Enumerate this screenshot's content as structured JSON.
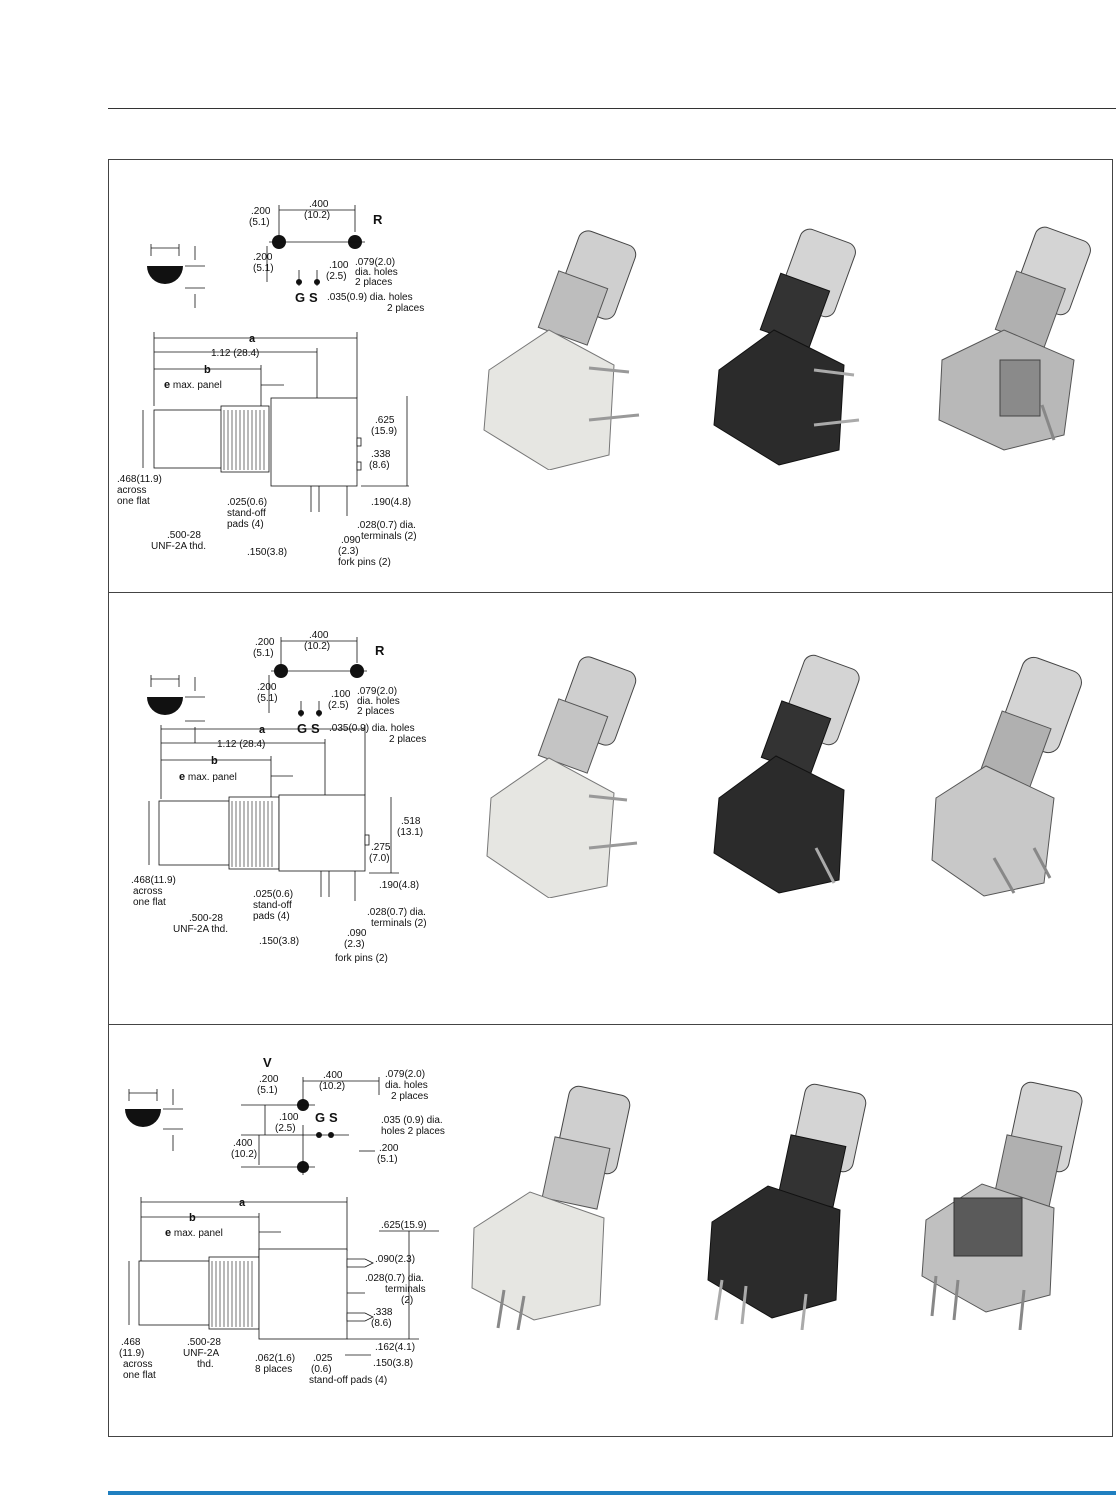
{
  "rows": [
    {
      "pattern_label": "R",
      "dims": {
        "top_spacing": ".400",
        "top_spacing_mm": "(10.2)",
        "left_offset": ".200",
        "left_offset_mm": "(5.1)",
        "vert_offset": ".200",
        "vert_offset_mm": "(5.1)",
        "gs_spacing": ".100",
        "gs_spacing_mm": "(2.5)",
        "large_hole": ".079(2.0)",
        "large_hole_2": "dia. holes",
        "large_hole_3": "2 places",
        "small_hole": ".035(0.9) dia. holes",
        "small_hole_2": "2 places",
        "g": "G",
        "s": "S",
        "a": "a",
        "overall": "1.12 (28.4)",
        "b": "b",
        "e": "e",
        "e_text": " max. panel",
        "height": ".625",
        "height_mm": "(15.9)",
        "mid": ".338",
        "mid_mm": "(8.6)",
        "pin": ".190(4.8)",
        "flat": ".468(11.9)",
        "flat_2": "across",
        "flat_3": "one flat",
        "standoff": ".025(0.6)",
        "standoff_2": "stand-off",
        "standoff_3": "pads (4)",
        "thread": ".500-28",
        "thread_2": "UNF-2A thd.",
        "terminal": ".028(0.7) dia.",
        "terminal_2": "terminals (2)",
        "fork": ".150(3.8)",
        "fork_sp": ".090",
        "fork_sp_mm": "(2.3)",
        "fork_sp_2": "fork pins (2)"
      }
    },
    {
      "pattern_label": "R",
      "dims": {
        "top_spacing": ".400",
        "top_spacing_mm": "(10.2)",
        "left_offset": ".200",
        "left_offset_mm": "(5.1)",
        "vert_offset": ".200",
        "vert_offset_mm": "(5.1)",
        "gs_spacing": ".100",
        "gs_spacing_mm": "(2.5)",
        "large_hole": ".079(2.0)",
        "large_hole_2": "dia. holes",
        "large_hole_3": "2 places",
        "small_hole": ".035(0.9) dia. holes",
        "small_hole_2": "2 places",
        "g": "G",
        "s": "S",
        "a": "a",
        "overall": "1.12 (28.4)",
        "b": "b",
        "e": "e",
        "e_text": " max. panel",
        "height": ".518",
        "height_mm": "(13.1)",
        "mid": ".275",
        "mid_mm": "(7.0)",
        "pin": ".190(4.8)",
        "flat": ".468(11.9)",
        "flat_2": "across",
        "flat_3": "one flat",
        "standoff": ".025(0.6)",
        "standoff_2": "stand-off",
        "standoff_3": "pads (4)",
        "thread": ".500-28",
        "thread_2": "UNF-2A thd.",
        "terminal": ".028(0.7) dia.",
        "terminal_2": "terminals (2)",
        "fork": ".150(3.8)",
        "fork_sp": ".090",
        "fork_sp_mm": "(2.3)",
        "fork_sp_2": "fork pins (2)"
      }
    },
    {
      "pattern_label": "V",
      "dims": {
        "top_spacing": ".400",
        "top_spacing_mm": "(10.2)",
        "left_offset": ".200",
        "left_offset_mm": "(5.1)",
        "large_hole": ".079(2.0)",
        "large_hole_2": "dia. holes",
        "large_hole_3": "2 places",
        "gs_spacing": ".100",
        "gs_spacing_mm": "(2.5)",
        "g": "G",
        "s": "S",
        "small_hole": ".035 (0.9) dia.",
        "small_hole_2": "holes 2 places",
        "vert": ".400",
        "vert_mm": "(10.2)",
        "right": ".200",
        "right_mm": "(5.1)",
        "a": "a",
        "b": "b",
        "e": "e",
        "e_text": " max. panel",
        "height": ".625(15.9)",
        "fork_sp": ".090(2.3)",
        "terminal": ".028(0.7) dia.",
        "terminal_2": "terminals",
        "terminal_3": "(2)",
        "mid": ".338",
        "mid_mm": "(8.6)",
        "pin": ".162(4.1)",
        "fork": ".150(3.8)",
        "flat": ".468",
        "flat_mm": "(11.9)",
        "flat_2": "across",
        "flat_3": "one flat",
        "thread": ".500-28",
        "thread_2": "UNF-2A",
        "thread_3": "thd.",
        "pad": ".062(1.6)",
        "pad_2": "8 places",
        "standoff": ".025",
        "standoff_mm": "(0.6)",
        "standoff_2": "stand-off pads (4)"
      }
    }
  ],
  "photo_colors": {
    "white": "#e6e6e2",
    "black": "#2b2b2b",
    "metal": "#b8b8b8",
    "chrome": "#d4d4d4"
  }
}
